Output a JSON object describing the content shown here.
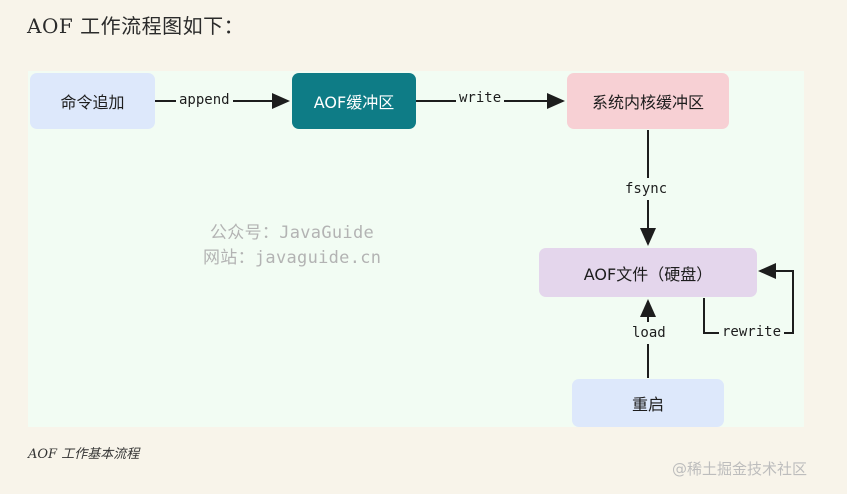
{
  "heading": "AOF 工作流程图如下：",
  "diagram": {
    "nodes": {
      "append_cmd": "命令追加",
      "aof_buffer": "AOF缓冲区",
      "kernel_buffer": "系统内核缓冲区",
      "aof_file": "AOF文件（硬盘）",
      "restart": "重启"
    },
    "edges": {
      "append": "append",
      "write": "write",
      "fsync": "fsync",
      "load": "load",
      "rewrite": "rewrite"
    },
    "watermark": {
      "line1": "公众号：JavaGuide",
      "line2": "网站：javaguide.cn"
    },
    "colors": {
      "append_cmd": "#dde8fb",
      "aof_buffer": "#0e7c86",
      "kernel_buffer": "#f7d0d4",
      "aof_file": "#e4d6ec",
      "restart": "#dde8fb"
    }
  },
  "caption": "AOF 工作基本流程",
  "credit": "@稀土掘金技术社区"
}
